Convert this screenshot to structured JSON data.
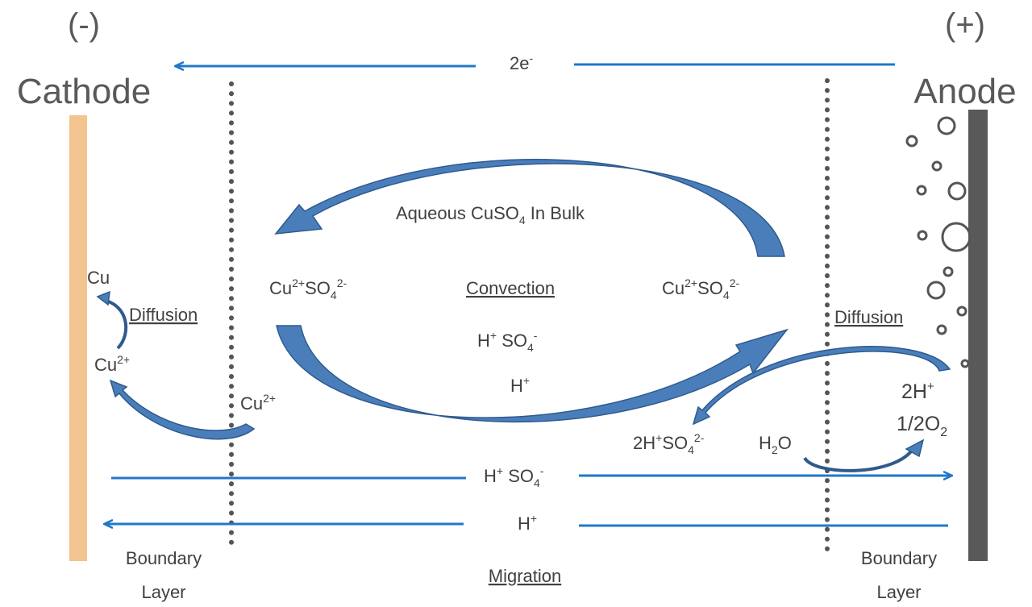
{
  "electrodes": {
    "cathode_sign": "(-)",
    "cathode_label": "Cathode",
    "anode_sign": "(+)",
    "anode_label": "Anode",
    "cathode_color": "#F2C48F",
    "anode_color": "#595959"
  },
  "electron_flow": {
    "label_main": "2e",
    "label_sup": "-"
  },
  "bulk": {
    "label_prefix": "Aqueous  CuSO",
    "label_sub": "4",
    "label_suffix": "  In Bulk",
    "convection_label": "Convection",
    "left_ion": {
      "a": "Cu",
      "a_sup": "2+",
      "b": "SO",
      "b_sub": "4",
      "b_sup": "2-"
    },
    "right_ion": {
      "a": "Cu",
      "a_sup": "2+",
      "b": "SO",
      "b_sub": "4",
      "b_sup": "2-"
    },
    "center_line1": {
      "a": "H",
      "a_sup": "+",
      "b": " SO",
      "b_sub": "4",
      "b_sup": "-"
    },
    "center_line2": {
      "a": "H",
      "a_sup": "+"
    }
  },
  "cathode_side": {
    "cu": "Cu",
    "cu2_left": {
      "a": "Cu",
      "sup": "2+"
    },
    "cu2_right": {
      "a": "Cu",
      "sup": "2+"
    },
    "diffusion_label": "Diffusion",
    "boundary_line1": "Boundary",
    "boundary_line2": "Layer"
  },
  "anode_side": {
    "diffusion_label": "Diffusion",
    "h2so4": {
      "a": "2H",
      "a_sup": "+",
      "b": "SO",
      "b_sub": "4",
      "b_sup": "2-"
    },
    "h2o": {
      "a": "H",
      "sub": "2",
      "b": "O"
    },
    "products_line1": {
      "a": "2H",
      "sup": "+"
    },
    "products_line2": {
      "a": "1/2O",
      "sub": "2"
    },
    "boundary_line1": "Boundary",
    "boundary_line2": "Layer"
  },
  "migration": {
    "upper": {
      "a": "H",
      "a_sup": "+",
      "b": " SO",
      "b_sub": "4",
      "b_sup": "-"
    },
    "lower": {
      "a": "H",
      "a_sup": "+"
    },
    "label": "Migration"
  },
  "colors": {
    "arrow_blue": "#1F78C8",
    "flow_fill": "#4A7EBB",
    "flow_stroke": "#2E5A8E",
    "dots": "#555555"
  }
}
